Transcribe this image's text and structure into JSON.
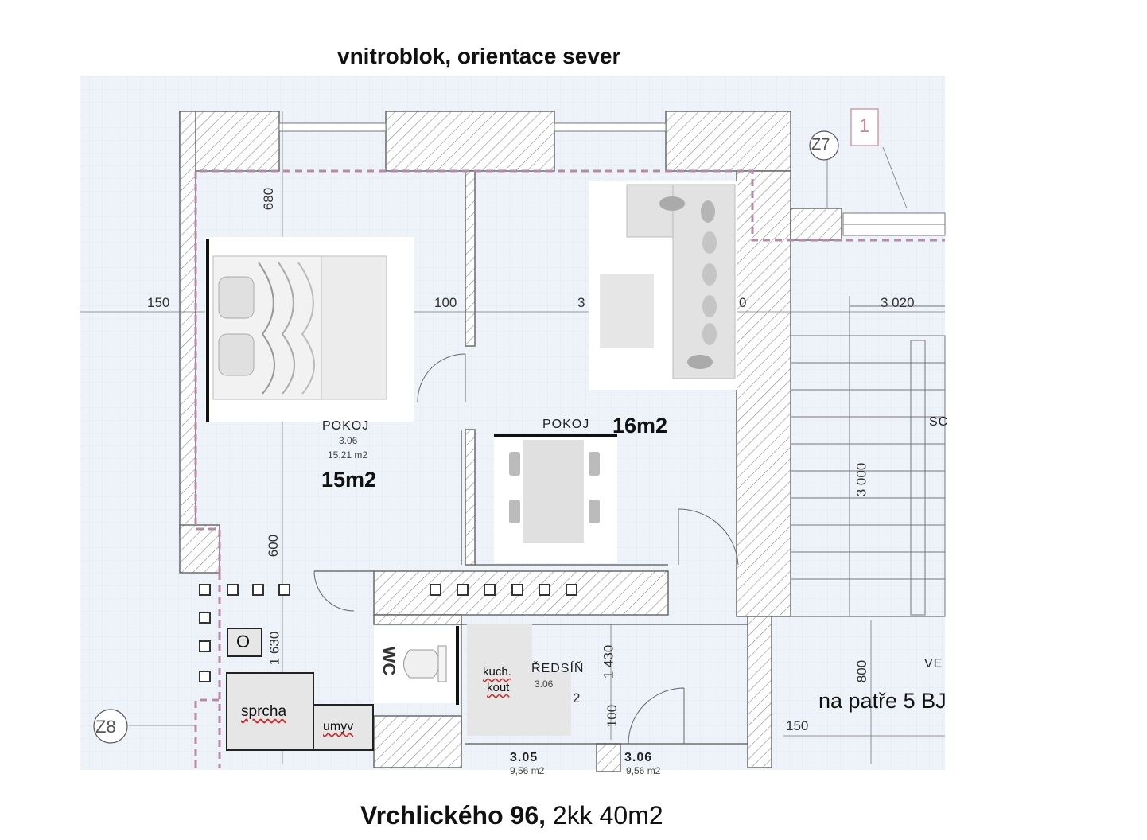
{
  "header": {
    "title": "vnitroblok, orientace sever"
  },
  "footer": {
    "address_bold": "Vrchlického 96,",
    "address_rest": " 2kk  40m2"
  },
  "note": "na patře 5 BJ",
  "rooms": {
    "bedroom": {
      "name": "POKOJ",
      "number": "3.06",
      "area_small": "15,21 m2",
      "area_big": "15m2"
    },
    "living": {
      "name": "POKOJ",
      "area_big": "16m2"
    },
    "hall": {
      "name": "ŘEDSÍŇ",
      "number": "3.06"
    },
    "wc": {
      "label": "WC",
      "hidden_label": "WC"
    },
    "kitchen": {
      "label_line1": "kuch.",
      "label_line2": "kout"
    },
    "shower": {
      "label": "sprcha"
    },
    "sink": {
      "label": "umyv"
    },
    "o_box": {
      "label": "O"
    },
    "bottom_left": {
      "number": "3.05",
      "area": "9,56 m2"
    },
    "bottom_right": {
      "number": "3.06",
      "area": "9,56 m2"
    },
    "partial_ve": "VE",
    "partial_sc": "SC"
  },
  "dimensions": {
    "d680": "680",
    "d150_left": "150",
    "d100": "100",
    "d3": "3",
    "d0": "0",
    "d3020": "3 020",
    "d3000": "3 000",
    "d600": "600",
    "d1630": "1 630",
    "d1430": "1 430",
    "d100b": "100",
    "d800": "800",
    "d150_right": "150",
    "d2": "2"
  },
  "markers": {
    "z7": "Z7",
    "z8": "Z8",
    "one": "1"
  },
  "colors": {
    "background": "#edf1f9",
    "wall": "#a8a8a8",
    "boundary": "#b58aa6",
    "furniture": "#e6e6e6"
  }
}
